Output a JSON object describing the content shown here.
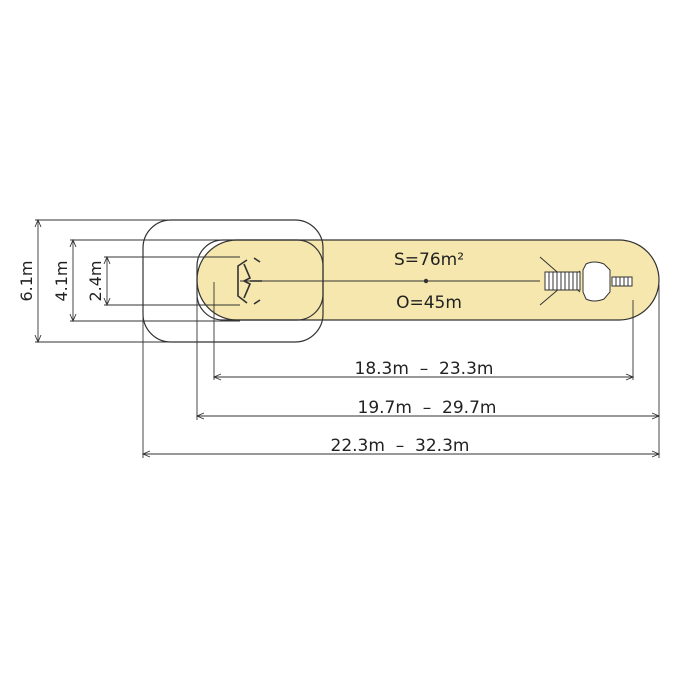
{
  "diagram": {
    "area_label": "S=76m²",
    "perimeter_label": "O=45m",
    "vertical_dimensions": [
      "6.1m",
      "4.1m",
      "2.4m"
    ],
    "horizontal_dimensions": [
      "18.3m  –  23.3m",
      "19.7m  –  29.7m",
      "22.3m  –  32.3m"
    ],
    "colors": {
      "zone_fill": "#f6e7ae",
      "zone_stroke": "#333333",
      "line": "#333333"
    },
    "icons": [
      "zipline-end-post-icon",
      "zipline-platform-icon"
    ]
  }
}
